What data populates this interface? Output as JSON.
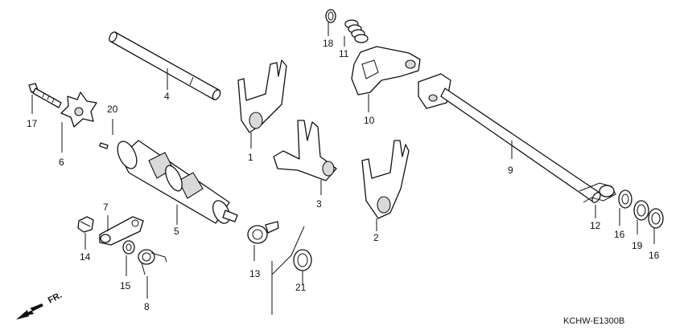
{
  "diagram": {
    "part_numbers": {
      "p1": "1",
      "p2": "2",
      "p3": "3",
      "p4": "4",
      "p5": "5",
      "p6": "6",
      "p7": "7",
      "p8": "8",
      "p9": "9",
      "p10": "10",
      "p11": "11",
      "p12": "12",
      "p13": "13",
      "p14": "14",
      "p15": "15",
      "p16a": "16",
      "p16b": "16",
      "p17": "17",
      "p18": "18",
      "p19": "19",
      "p20": "20",
      "p21": "21"
    },
    "direction_label": "FR.",
    "drawing_code": "KCHW-E1300B"
  }
}
